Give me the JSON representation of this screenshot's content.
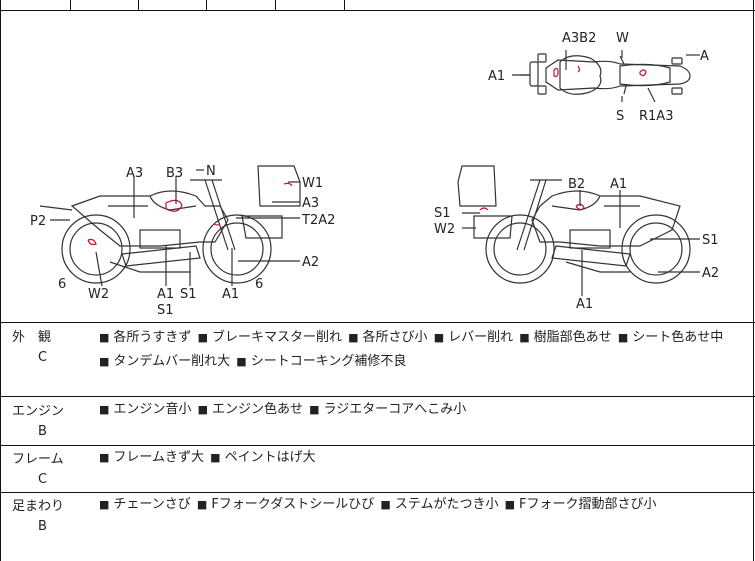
{
  "diagram_labels": {
    "top_view": [
      "A3B2",
      "W",
      "A",
      "A1",
      "S",
      "R1A3"
    ],
    "left_side": [
      "A3",
      "B3",
      "N",
      "W1",
      "A3",
      "P2",
      "T2A2",
      "A2",
      "6",
      "6",
      "W2",
      "A1",
      "S1",
      "A1",
      "S1"
    ],
    "right_side": [
      "B2",
      "A1",
      "S1",
      "W2",
      "S1",
      "A2",
      "A1"
    ]
  },
  "sections": [
    {
      "name": "外　観",
      "grade": "C",
      "items": [
        "各所うすきず",
        "ブレーキマスター削れ",
        "各所さび小",
        "レバー削れ",
        "樹脂部色あせ",
        "シート色あせ中",
        "タンデムバー削れ大",
        "シートコーキング補修不良"
      ]
    },
    {
      "name": "エンジン",
      "grade": "B",
      "items": [
        "エンジン音小",
        "エンジン色あせ",
        "ラジエターコアへこみ小"
      ]
    },
    {
      "name": "フレーム",
      "grade": "C",
      "items": [
        "フレームきず大",
        "ペイントはげ大"
      ]
    },
    {
      "name": "足まわり",
      "grade": "B",
      "items": [
        "チェーンさび",
        "Fフォークダストシールひび",
        "ステムがたつき小",
        "Fフォーク摺動部さび小"
      ]
    }
  ],
  "colors": {
    "damage_mark": "#c8102e",
    "line": "#111111"
  }
}
